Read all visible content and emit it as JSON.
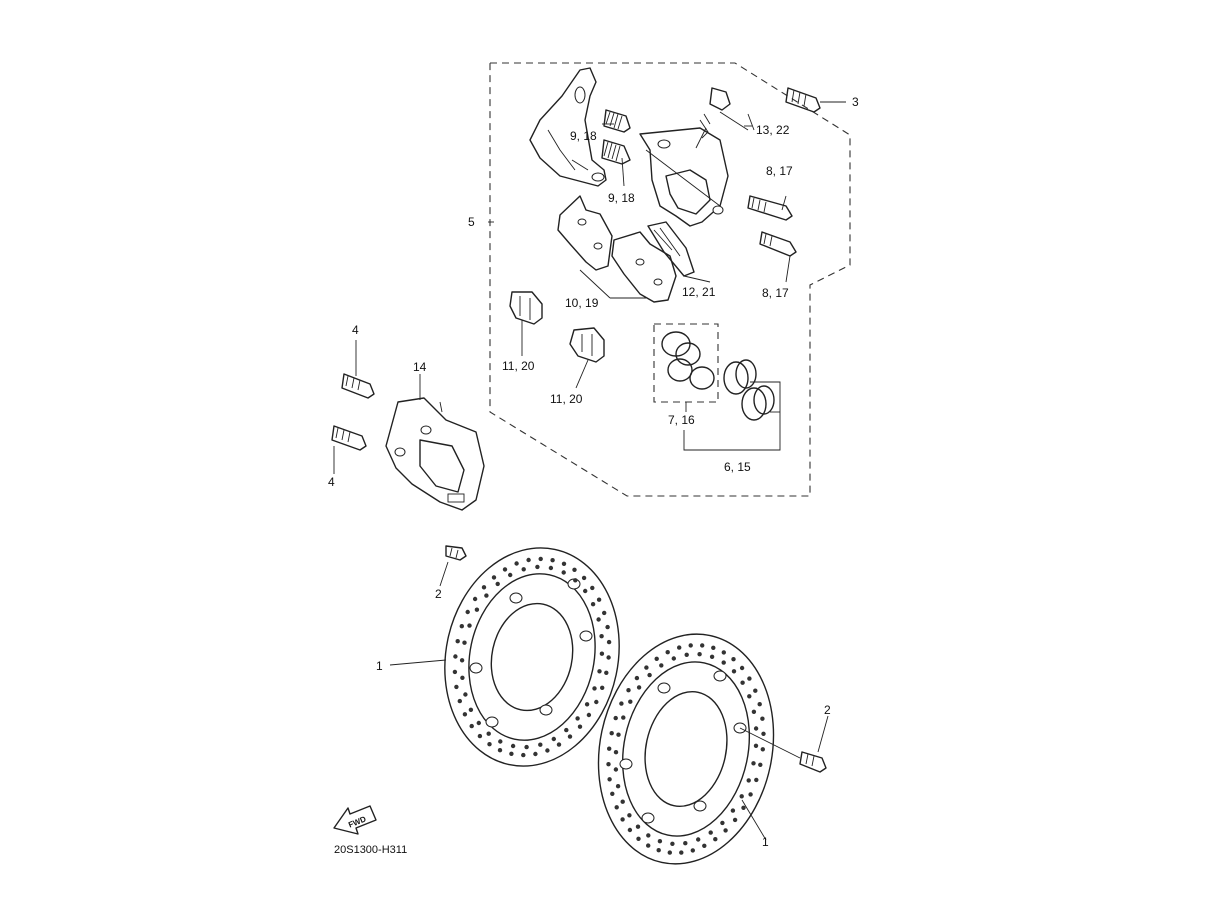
{
  "diagram_code": "20S1300-H311",
  "fwd_label": "FWD",
  "callouts": {
    "c1a": "1",
    "c1b": "1",
    "c2a": "2",
    "c2b": "2",
    "c3": "3",
    "c4a": "4",
    "c4b": "4",
    "c5": "5",
    "c6_15": "6, 15",
    "c7_16": "7, 16",
    "c8_17a": "8, 17",
    "c8_17b": "8, 17",
    "c9_18a": "9, 18",
    "c9_18b": "9, 18",
    "c10_19": "10, 19",
    "c11_20a": "11, 20",
    "c11_20b": "11, 20",
    "c12_21": "12, 21",
    "c13_22": "13, 22",
    "c14": "14"
  }
}
